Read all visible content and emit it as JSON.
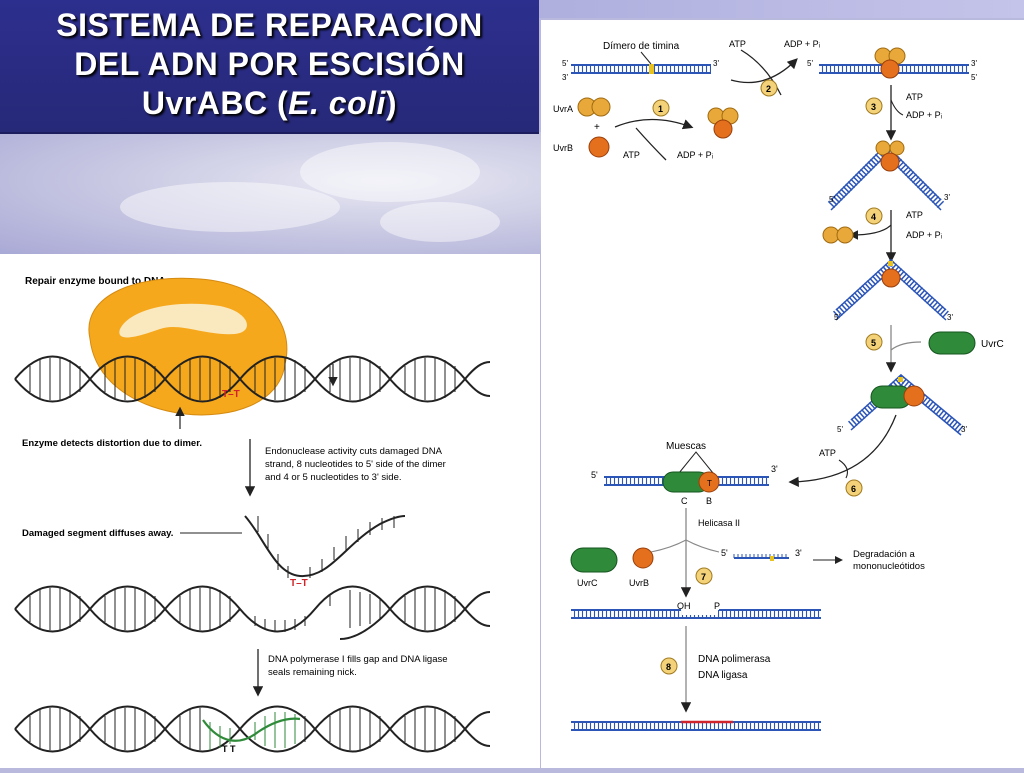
{
  "title": {
    "line1": "SISTEMA DE REPARACION",
    "line2": "DEL ADN POR ESCISIÓN",
    "line3_prefix": "UvrABC (",
    "line3_italic": "E. coli",
    "line3_suffix": ")"
  },
  "right_diagram": {
    "thymine_dimer": "Dímero de timina",
    "uvra": "UvrA",
    "uvrb": "UvrB",
    "uvrc": "UvrC",
    "atp": "ATP",
    "adp_pi": "ADP + Pᵢ",
    "plus": "+",
    "end_5": "5'",
    "end_3": "3'",
    "nicks": "Muescas",
    "letter_c": "C",
    "letter_b": "B",
    "letter_t": "T",
    "helicase": "Helicasa II",
    "degradation_1": "Degradación a",
    "degradation_2": "mononucleótidos",
    "oh": "OH",
    "p": "P",
    "polymerase": "DNA polimerasa",
    "ligase": "DNA ligasa",
    "steps": [
      "1",
      "2",
      "3",
      "4",
      "5",
      "6",
      "7",
      "8"
    ]
  },
  "left_diagram": {
    "enzyme_label": "Repair enzyme bound to DNA",
    "tt": "T–T",
    "detects": "Enzyme detects distortion due to dimer.",
    "endo_1": "Endonuclease activity cuts damaged DNA",
    "endo_2": "strand, 8 nucleotides to 5' side of the dimer",
    "endo_3": "and 4 or 5 nucleotides to 3' side.",
    "diffuses": "Damaged segment diffuses away.",
    "pol_1": "DNA polymerase I fills gap and DNA ligase",
    "pol_2": "seals remaining nick.",
    "tt_repaired": "T  T"
  },
  "colors": {
    "title_bg": "#2d2f8e",
    "strand_blue": "#2c55b8",
    "uvra_orange": "#e8a93a",
    "uvrb_orange": "#e4701e",
    "uvrc_green": "#2f8a3a",
    "enzyme_yellow": "#f6a81c",
    "dimer_red": "#d0242a"
  }
}
